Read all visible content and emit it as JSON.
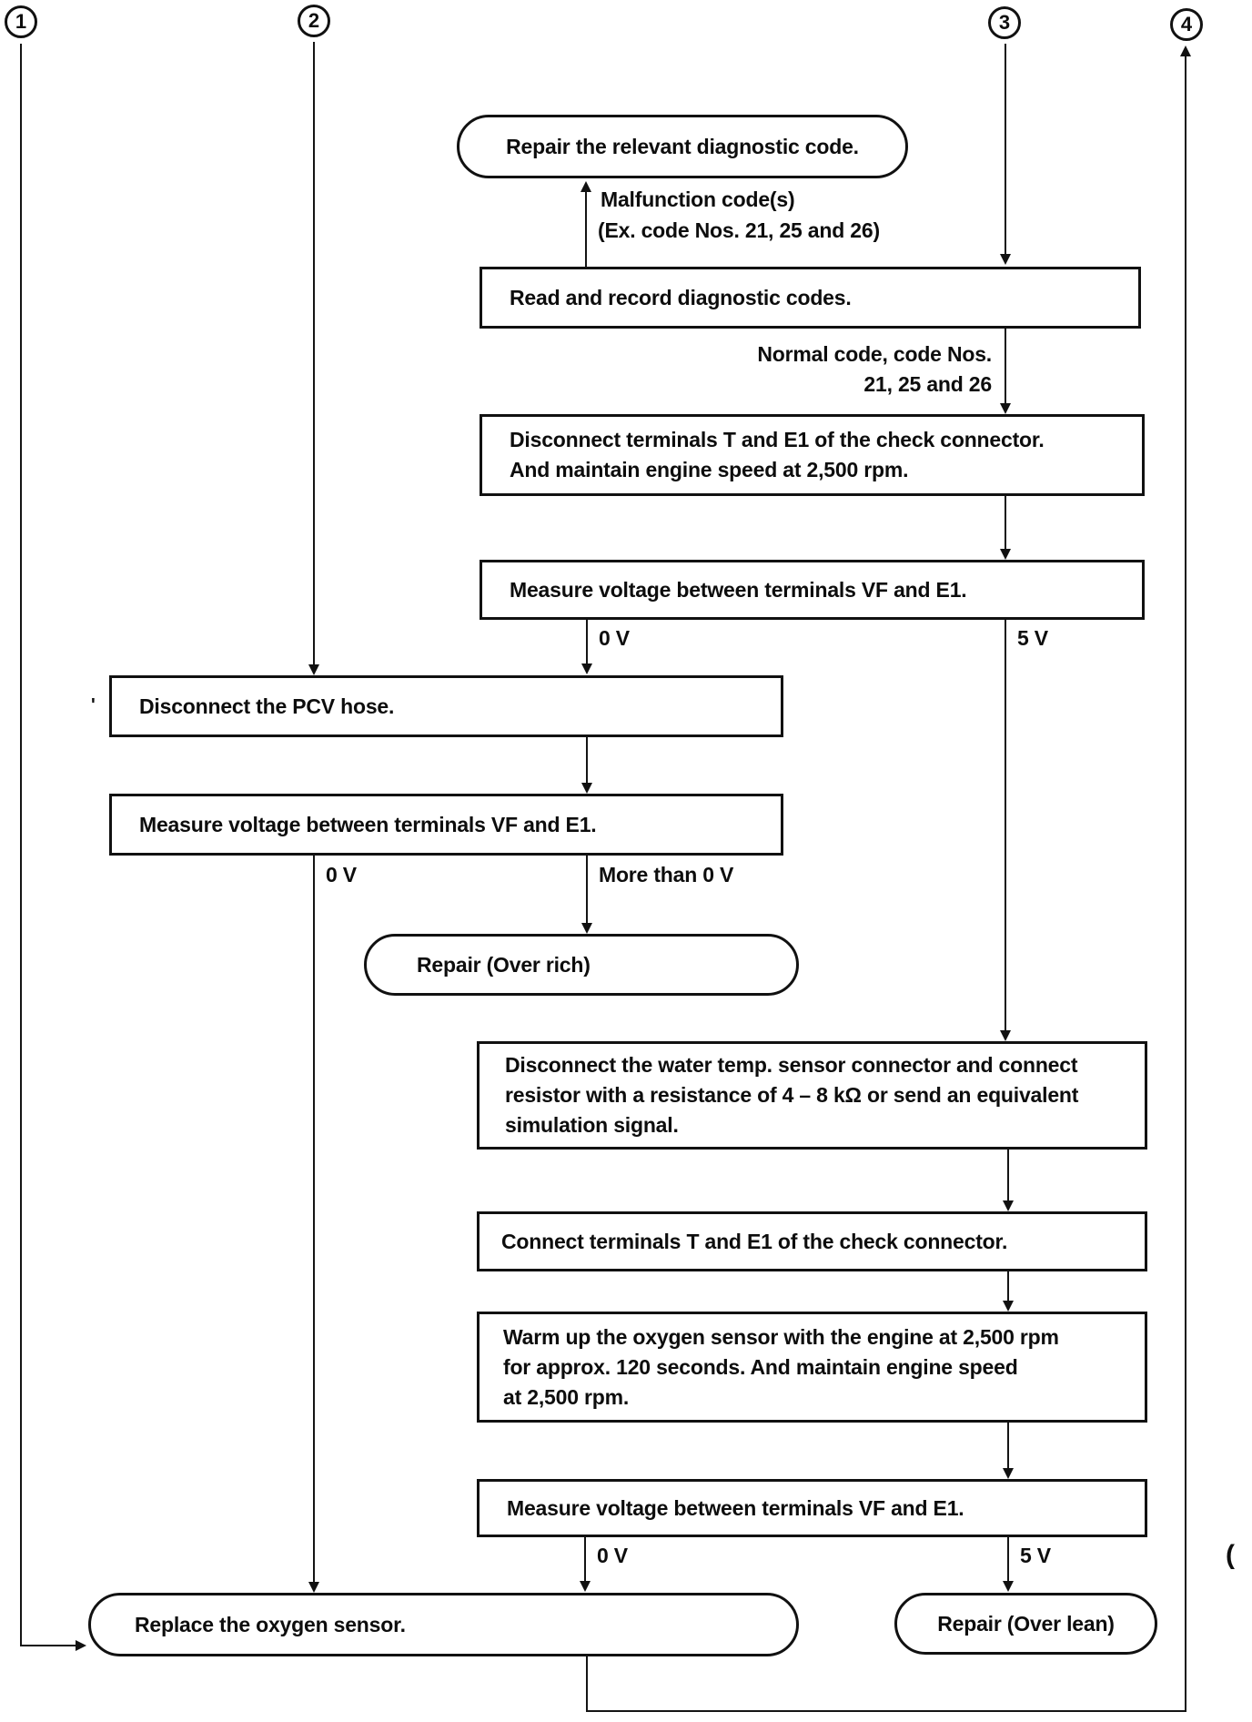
{
  "colors": {
    "ink": "#111111",
    "paper": "#ffffff"
  },
  "connectors": {
    "c1": "1",
    "c2": "2",
    "c3": "3",
    "c4": "4"
  },
  "nodes": {
    "repair_diagnostic_code": "Repair the relevant diagnostic code.",
    "read_record_codes": "Read and record diagnostic codes.",
    "disconnect_terminals": "Disconnect terminals T and E1 of the check connector.\nAnd maintain engine speed at 2,500 rpm.",
    "measure_voltage_1": "Measure voltage between terminals VF and E1.",
    "disconnect_pcv_hose": "Disconnect the PCV hose.",
    "measure_voltage_2": "Measure voltage between terminals VF and E1.",
    "repair_over_rich": "Repair (Over rich)",
    "disconnect_water_temp": "Disconnect the water temp. sensor connector and connect\nresistor with a resistance of 4 – 8 kΩ or send an equivalent\nsimulation signal.",
    "connect_terminals": "Connect terminals T and E1 of the check connector.",
    "warm_up_sensor": "Warm up the oxygen sensor with the engine at 2,500 rpm\nfor approx. 120 seconds. And maintain engine speed\nat 2,500 rpm.",
    "measure_voltage_3": "Measure voltage between terminals VF and E1.",
    "replace_oxygen_sensor": "Replace the oxygen sensor.",
    "repair_over_lean": "Repair (Over lean)"
  },
  "labels": {
    "malfunction_line1": "Malfunction code(s)",
    "malfunction_line2": "(Ex. code Nos. 21, 25 and 26)",
    "normal_line1": "Normal code, code Nos.",
    "normal_line2": "21, 25 and 26",
    "branch_v0_first": "0 V",
    "branch_v5_first": "5 V",
    "branch_v0_second": "0 V",
    "branch_more_than_0v": "More than 0 V",
    "branch_v0_third": "0 V",
    "branch_v5_third": "5 V",
    "stray_tick": "'",
    "stray_paren": "("
  }
}
